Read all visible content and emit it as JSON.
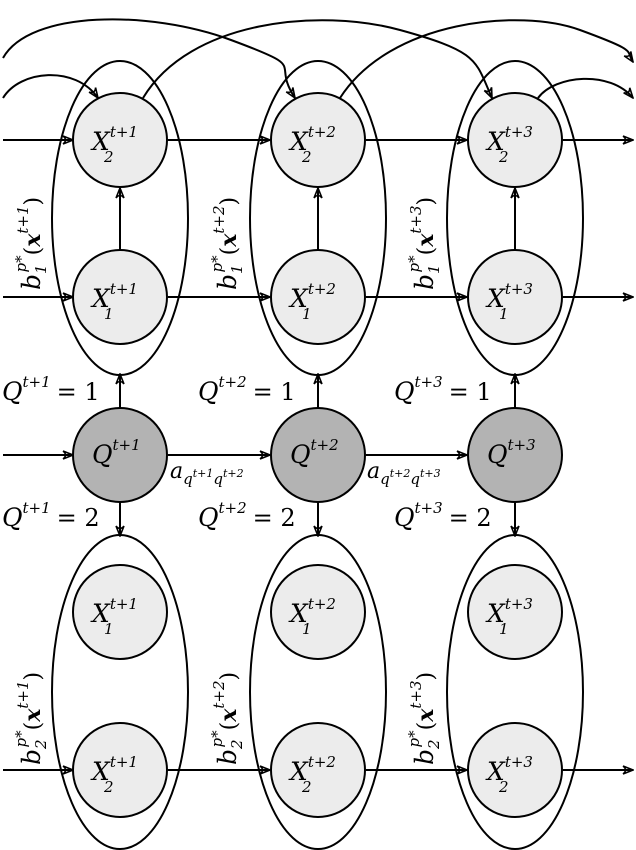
{
  "columns": [
    {
      "top_upper": {
        "var": "X",
        "sup": "t+1",
        "sub": "2"
      },
      "top_lower": {
        "var": "X",
        "sup": "t+1",
        "sub": "1"
      },
      "state": {
        "var": "Q",
        "sup": "t+1"
      },
      "eq_upper": {
        "var": "Q",
        "sup": "t+1",
        "rhs": "= 1"
      },
      "eq_lower": {
        "var": "Q",
        "sup": "t+1",
        "rhs": "= 2"
      },
      "bot_upper": {
        "var": "X",
        "sup": "t+1",
        "sub": "1"
      },
      "bot_lower": {
        "var": "X",
        "sup": "t+1",
        "sub": "2"
      },
      "b1": {
        "b": "b",
        "sub": "1",
        "sup": "p*",
        "open": "(",
        "x": "x",
        "xsup": "t+1",
        "close": ")"
      },
      "b2": {
        "b": "b",
        "sub": "2",
        "sup": "p*",
        "open": "(",
        "x": "x",
        "xsup": "t+1",
        "close": ")"
      }
    },
    {
      "top_upper": {
        "var": "X",
        "sup": "t+2",
        "sub": "2"
      },
      "top_lower": {
        "var": "X",
        "sup": "t+2",
        "sub": "1"
      },
      "state": {
        "var": "Q",
        "sup": "t+2"
      },
      "eq_upper": {
        "var": "Q",
        "sup": "t+2",
        "rhs": "= 1"
      },
      "eq_lower": {
        "var": "Q",
        "sup": "t+2",
        "rhs": "= 2"
      },
      "bot_upper": {
        "var": "X",
        "sup": "t+2",
        "sub": "1"
      },
      "bot_lower": {
        "var": "X",
        "sup": "t+2",
        "sub": "2"
      },
      "b1": {
        "b": "b",
        "sub": "1",
        "sup": "p*",
        "open": "(",
        "x": "x",
        "xsup": "t+2",
        "close": ")"
      },
      "b2": {
        "b": "b",
        "sub": "2",
        "sup": "p*",
        "open": "(",
        "x": "x",
        "xsup": "t+2",
        "close": ")"
      }
    },
    {
      "top_upper": {
        "var": "X",
        "sup": "t+3",
        "sub": "2"
      },
      "top_lower": {
        "var": "X",
        "sup": "t+3",
        "sub": "1"
      },
      "state": {
        "var": "Q",
        "sup": "t+3"
      },
      "eq_upper": {
        "var": "Q",
        "sup": "t+3",
        "rhs": "= 1"
      },
      "eq_lower": {
        "var": "Q",
        "sup": "t+3",
        "rhs": "= 2"
      },
      "bot_upper": {
        "var": "X",
        "sup": "t+3",
        "sub": "1"
      },
      "bot_lower": {
        "var": "X",
        "sup": "t+3",
        "sub": "2"
      },
      "b1": {
        "b": "b",
        "sub": "1",
        "sup": "p*",
        "open": "(",
        "x": "x",
        "xsup": "t+3",
        "close": ")"
      },
      "b2": {
        "b": "b",
        "sub": "2",
        "sup": "p*",
        "open": "(",
        "x": "x",
        "xsup": "t+3",
        "close": ")"
      }
    }
  ],
  "transitions": [
    {
      "a": "a",
      "sub1": "q",
      "sub1sup": "t+1",
      "sub2": "q",
      "sub2sup": "t+2"
    },
    {
      "a": "a",
      "sub1": "q",
      "sub1sup": "t+2",
      "sub2": "q",
      "sub2sup": "t+3"
    }
  ]
}
